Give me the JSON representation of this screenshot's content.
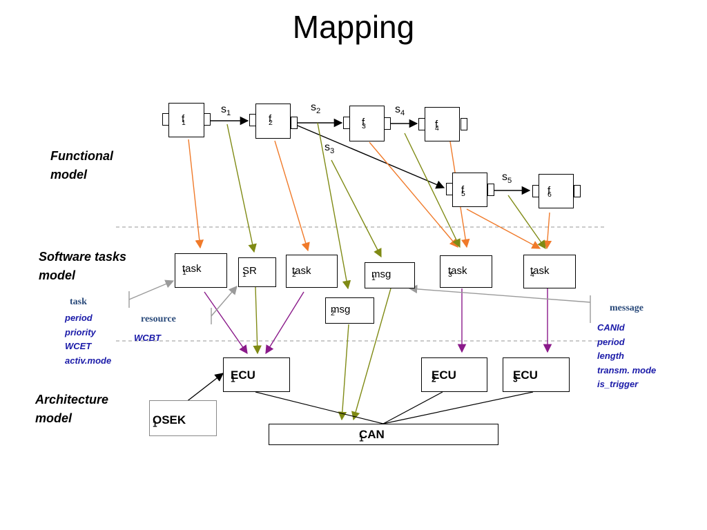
{
  "title": "Mapping",
  "layers": {
    "functional": [
      "Functional",
      "model"
    ],
    "software": [
      "Software tasks",
      "model"
    ],
    "architecture": [
      "Architecture",
      "model"
    ]
  },
  "functions": {
    "f1": {
      "base": "f",
      "sub": "1"
    },
    "f2": {
      "base": "f",
      "sub": "2"
    },
    "f3": {
      "base": "f",
      "sub": "3"
    },
    "f4": {
      "base": "f",
      "sub": "4"
    },
    "f5": {
      "base": "f",
      "sub": "5"
    },
    "f6": {
      "base": "f",
      "sub": "6"
    }
  },
  "signals": {
    "s1": {
      "base": "s",
      "sub": "1"
    },
    "s2": {
      "base": "s",
      "sub": "2"
    },
    "s3": {
      "base": "s",
      "sub": "3"
    },
    "s4": {
      "base": "s",
      "sub": "4"
    },
    "s5": {
      "base": "s",
      "sub": "5"
    }
  },
  "software": {
    "task1": {
      "base": "task",
      "sub": "1"
    },
    "sr1": {
      "base": "SR",
      "sub": "1"
    },
    "task2": {
      "base": "task",
      "sub": "2"
    },
    "msg1": {
      "base": "msg",
      "sub": "1"
    },
    "msg2": {
      "base": "msg",
      "sub": "2"
    },
    "task3": {
      "base": "task",
      "sub": "3"
    },
    "task4": {
      "base": "task",
      "sub": "4"
    }
  },
  "architecture": {
    "ecu1": {
      "base": "ECU",
      "sub": "1"
    },
    "ecu2": {
      "base": "ECU",
      "sub": "2"
    },
    "ecu3": {
      "base": "ECU",
      "sub": "3"
    },
    "osek1": {
      "base": "OSEK",
      "sub": "1"
    },
    "can1": {
      "base": "CAN",
      "sub": "1"
    }
  },
  "attributes": {
    "task": {
      "header": "task",
      "items": [
        "period",
        "priority",
        "WCET",
        "activ.mode"
      ]
    },
    "resource": {
      "header": "resource",
      "items": [
        "WCBT"
      ]
    },
    "message": {
      "header": "message",
      "items": [
        "CANId",
        "period",
        "length",
        "transm. mode",
        "is_trigger"
      ]
    }
  },
  "colors": {
    "function_to_task": "#f07a2a",
    "signal_to_sw": "#7f8a14",
    "task_to_ecu": "#8a1a8a",
    "attribute_pointer": "#9a9a9a",
    "attribute_text": "#1a1aa8",
    "layer_separator": "#aaaaaa"
  }
}
